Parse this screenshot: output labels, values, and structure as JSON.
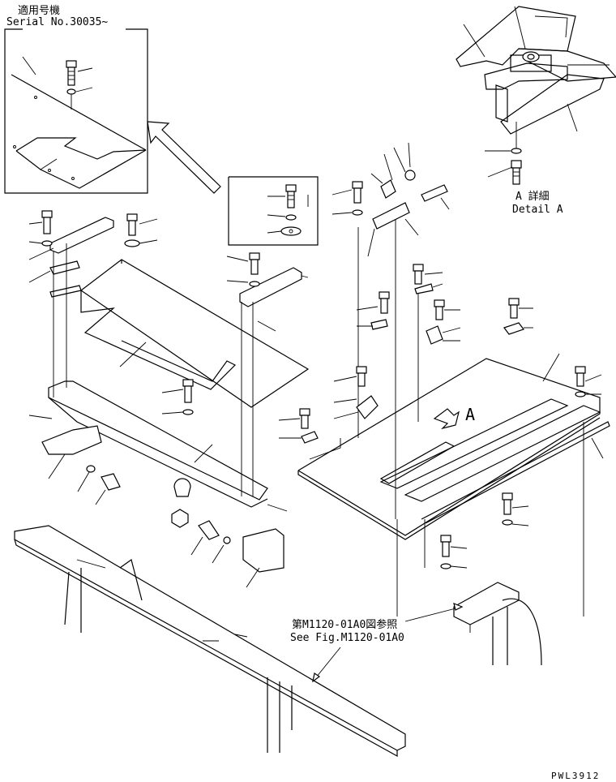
{
  "serial": {
    "jp": "適用号機",
    "en": "Serial No.30035~"
  },
  "detail": {
    "jp": "A 詳細",
    "en": "Detail A"
  },
  "view_letter": "A",
  "reference": {
    "jp": "第M1120-01A0図参照",
    "en": "See Fig.M1120-01A0"
  },
  "drawing_code": "PWL3912"
}
